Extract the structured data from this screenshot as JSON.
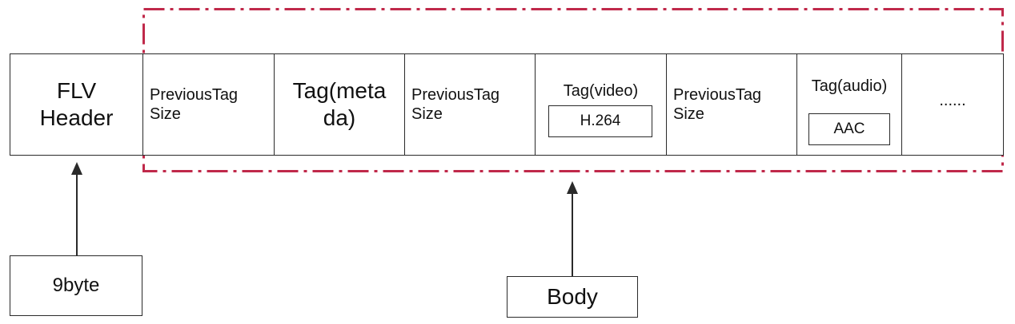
{
  "diagram": {
    "cells": [
      {
        "lines": [
          "FLV",
          "Header"
        ]
      },
      {
        "lines": [
          "PreviousTag",
          "Size"
        ]
      },
      {
        "lines": [
          "Tag(meta",
          "da)"
        ]
      },
      {
        "lines": [
          "PreviousTag",
          "Size"
        ]
      },
      {
        "lines": [
          "Tag(video)"
        ],
        "inner": "H.264"
      },
      {
        "lines": [
          "PreviousTag",
          "Size"
        ]
      },
      {
        "lines": [
          "Tag(audio)"
        ],
        "inner": "AAC"
      },
      {
        "lines": [
          "......"
        ]
      }
    ],
    "labels": {
      "header_size": "9byte",
      "body": "Body"
    },
    "colors": {
      "body_region_border": "#c0294a",
      "stroke": "#2a2a2a"
    }
  }
}
